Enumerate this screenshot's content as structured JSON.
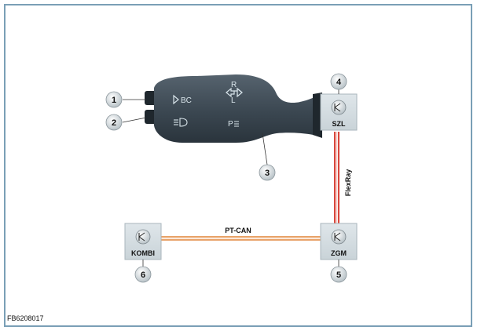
{
  "figure_id": "FB6208017",
  "callouts": [
    "1",
    "2",
    "3",
    "4",
    "5",
    "6"
  ],
  "modules": {
    "szl": "SZL",
    "zgm": "ZGM",
    "kombi": "KOMBI"
  },
  "buses": {
    "flexray": "FlexRay",
    "pt_can": "PT-CAN"
  },
  "stalk_labels": {
    "bc": "BC",
    "p": "P",
    "r": "R",
    "l": "L"
  },
  "colors": {
    "frame_border": "#7a9fb6",
    "module_box": "#d4dde2",
    "stalk": "#3d4a55",
    "flexray_line": "#d8453a",
    "pt_can_line": "#e8a36a"
  }
}
